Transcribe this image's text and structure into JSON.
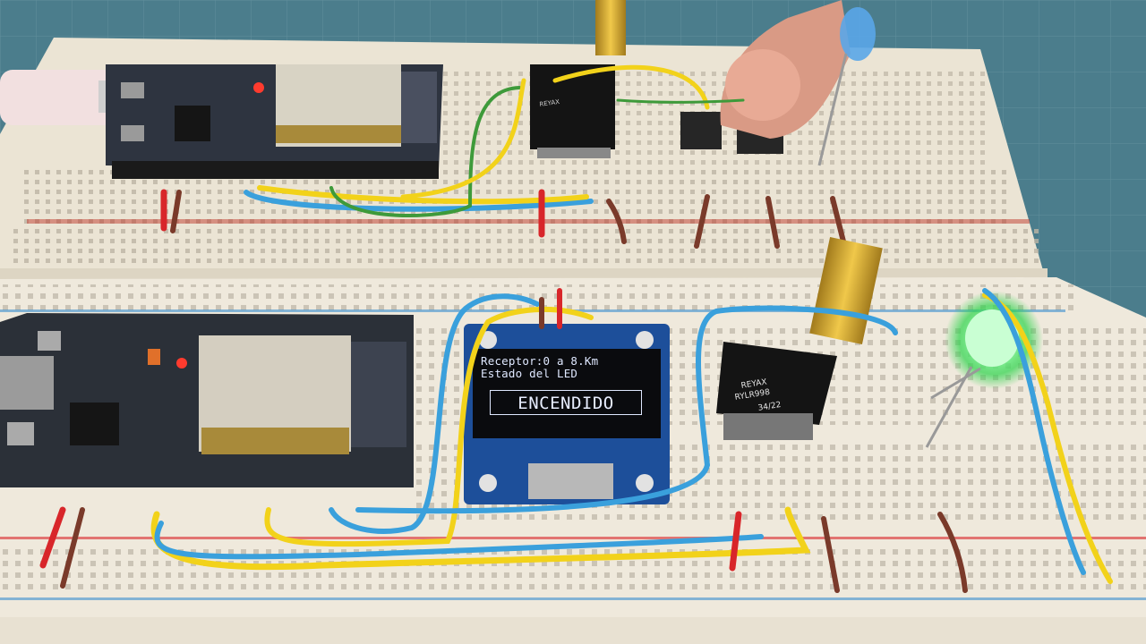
{
  "oled": {
    "line1": "Receptor:0 a 8.Km",
    "line2": "Estado del LED",
    "status": "ENCENDIDO"
  },
  "module_front": {
    "brand": "REYAX",
    "model": "RYLR998",
    "date": "34/22"
  },
  "module_back": {
    "brand": "REYAX"
  },
  "led": {
    "state": "on",
    "color": "#39ff5a"
  },
  "colors": {
    "mat": "#3d6b7a",
    "breadboard": "#ece6d8",
    "pcb": "#2b3038",
    "wire_yellow": "#f2d21a",
    "wire_blue": "#3aa0dc",
    "wire_green": "#3e9a3a",
    "wire_red": "#d8262a",
    "wire_brown": "#7a3a2a"
  }
}
